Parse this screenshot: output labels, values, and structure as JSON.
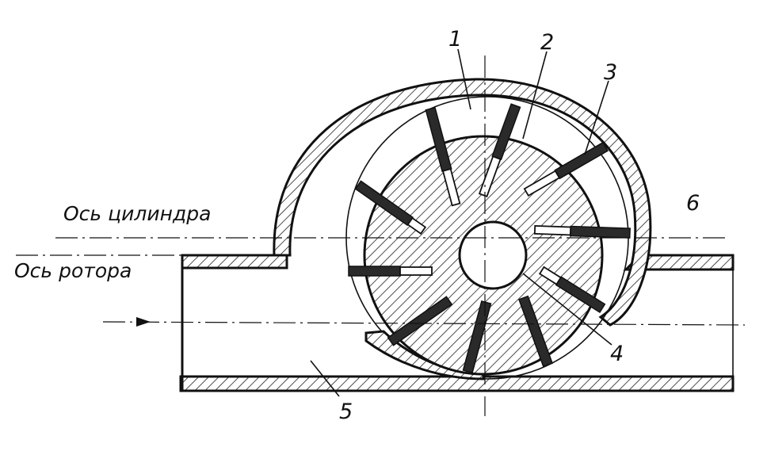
{
  "labels": {
    "cylinder_axis": "Ось цилиндра",
    "rotor_axis": "Ось ротора",
    "n1": "1",
    "n2": "2",
    "n3": "3",
    "n4": "4",
    "n5": "5",
    "n6": "6"
  },
  "colors": {
    "ink": "#111111",
    "paper": "#ffffff"
  }
}
